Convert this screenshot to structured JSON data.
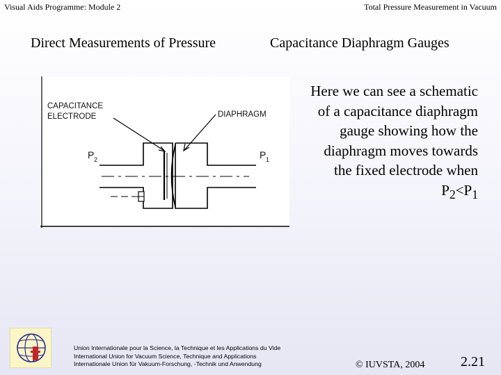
{
  "header": {
    "left": "Visual Aids Programme: Module 2",
    "right": "Total Pressure Measurement in Vacuum"
  },
  "section": {
    "left_title": "Direct Measurements of Pressure",
    "right_title": "Capacitance Diaphragm Gauges"
  },
  "figure": {
    "label_capacitance": "CAPACITANCE",
    "label_electrode": "ELECTRODE",
    "label_diaphragm": "DIAPHRAGM",
    "label_p2": "P",
    "label_p2_sub": "2",
    "label_p1": "P",
    "label_p1_sub": "1"
  },
  "description": {
    "text": "Here we can see a schematic of a capacitance diaphragm gauge showing how the diaphragm moves towards the fixed electrode when P",
    "sub1": "2",
    "lt": "<P",
    "sub2": "1"
  },
  "footer": {
    "union_line1": "Union Internationale pour la Science, la Technique et les Applications du Vide",
    "union_line2": "International Union for Vacuum Science, Technique and Applications",
    "union_line3": "Internationale Union für Vakuum-Forschung, -Technik und Anwendung",
    "copyright": "© IUVSTA, 2004",
    "page_number": "2.21"
  }
}
